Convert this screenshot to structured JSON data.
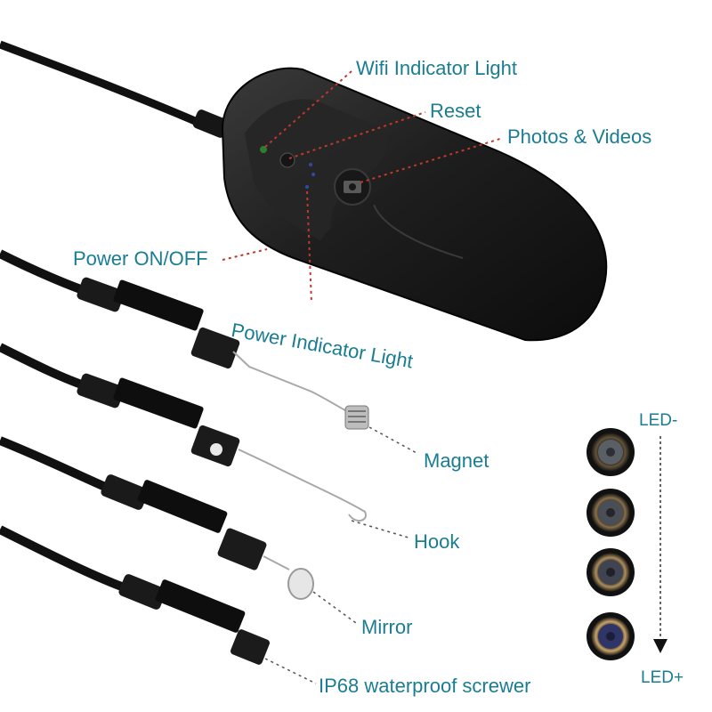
{
  "labels": {
    "wifi_indicator": "Wifi Indicator Light",
    "reset": "Reset",
    "photos_videos": "Photos & Videos",
    "power_onoff": "Power ON/OFF",
    "power_indicator": "Power Indicator Light",
    "magnet": "Magnet",
    "hook": "Hook",
    "mirror": "Mirror",
    "waterproof": "IP68 waterproof screwer"
  },
  "led_scale": {
    "min_label": "LED-",
    "max_label": "LED+",
    "levels": [
      0.25,
      0.5,
      0.75,
      1.0
    ]
  },
  "colors": {
    "label_text": "#1a7d92",
    "leader_line": "#c0392b",
    "device_body": "#1c1c1c",
    "cable": "#111111"
  }
}
